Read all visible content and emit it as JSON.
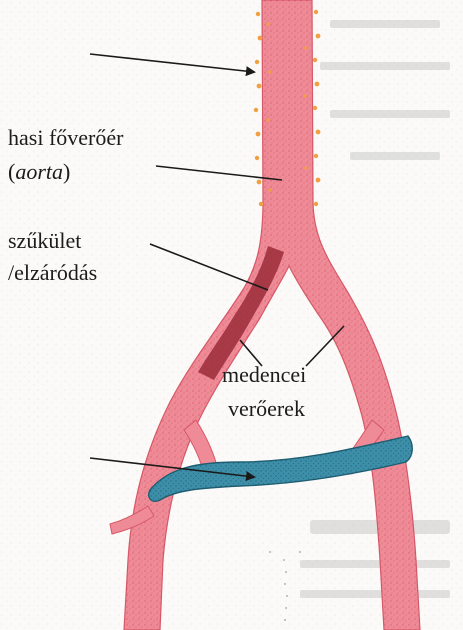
{
  "labels": {
    "aorta_line1": "hasi főverőér",
    "aorta_line2_open": "(",
    "aorta_line2_term": "aorta",
    "aorta_line2_close": ")",
    "stenosis_line1": "szűkület",
    "stenosis_line2": "/elzáródás",
    "pelvic_line1": "medencei",
    "pelvic_line2": "verőerek"
  },
  "colors": {
    "artery_fill": "#ef8b97",
    "artery_dark": "#d65868",
    "stenosis": "#9a2b37",
    "vein_fill": "#3d8fa9",
    "vein_dark": "#1f5e72",
    "nerve_dots": "#f0a040",
    "pointer": "#1a1a1a"
  },
  "icons": {
    "arrow_top": "arrow-right-pointer",
    "arrow_vein": "arrow-right-pointer"
  }
}
